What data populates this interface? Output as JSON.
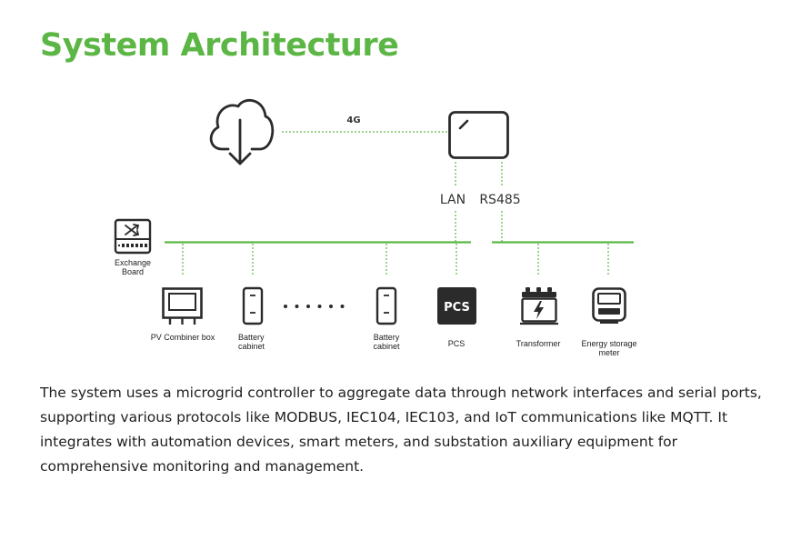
{
  "page": {
    "title": "System Architecture",
    "description": "The system uses a microgrid controller to aggregate data through network interfaces and serial ports, supporting various protocols like MODBUS, IEC104, IEC103, and IoT communications like MQTT. It integrates with automation devices, smart meters, and substation auxiliary equipment for comprehensive monitoring and management."
  },
  "colors": {
    "accent": "#5cb645",
    "icon": "#2b2b2b"
  },
  "diagram": {
    "cloud": {
      "icon": "cloud-download-icon"
    },
    "controller": {
      "icon": "controller-screen-icon"
    },
    "links": {
      "cloud_to_controller": "4G",
      "lan": "LAN",
      "serial": "RS485"
    },
    "exchange_board": {
      "line1": "Exchange",
      "line2": "Board",
      "icon": "switch-icon"
    },
    "devices": {
      "pv_combiner": {
        "label": "PV Combiner box",
        "icon": "pv-combiner-icon"
      },
      "battery_1": {
        "line1": "Battery",
        "line2": "cabinet",
        "icon": "battery-icon"
      },
      "battery_2": {
        "line1": "Battery",
        "line2": "cabinet",
        "icon": "battery-icon"
      },
      "pcs": {
        "label": "PCS",
        "badge": "PCS",
        "icon": "pcs-icon"
      },
      "transformer": {
        "label": "Transformer",
        "icon": "transformer-icon"
      },
      "meter": {
        "line1": "Energy storage",
        "line2": "meter",
        "icon": "meter-icon"
      }
    }
  }
}
